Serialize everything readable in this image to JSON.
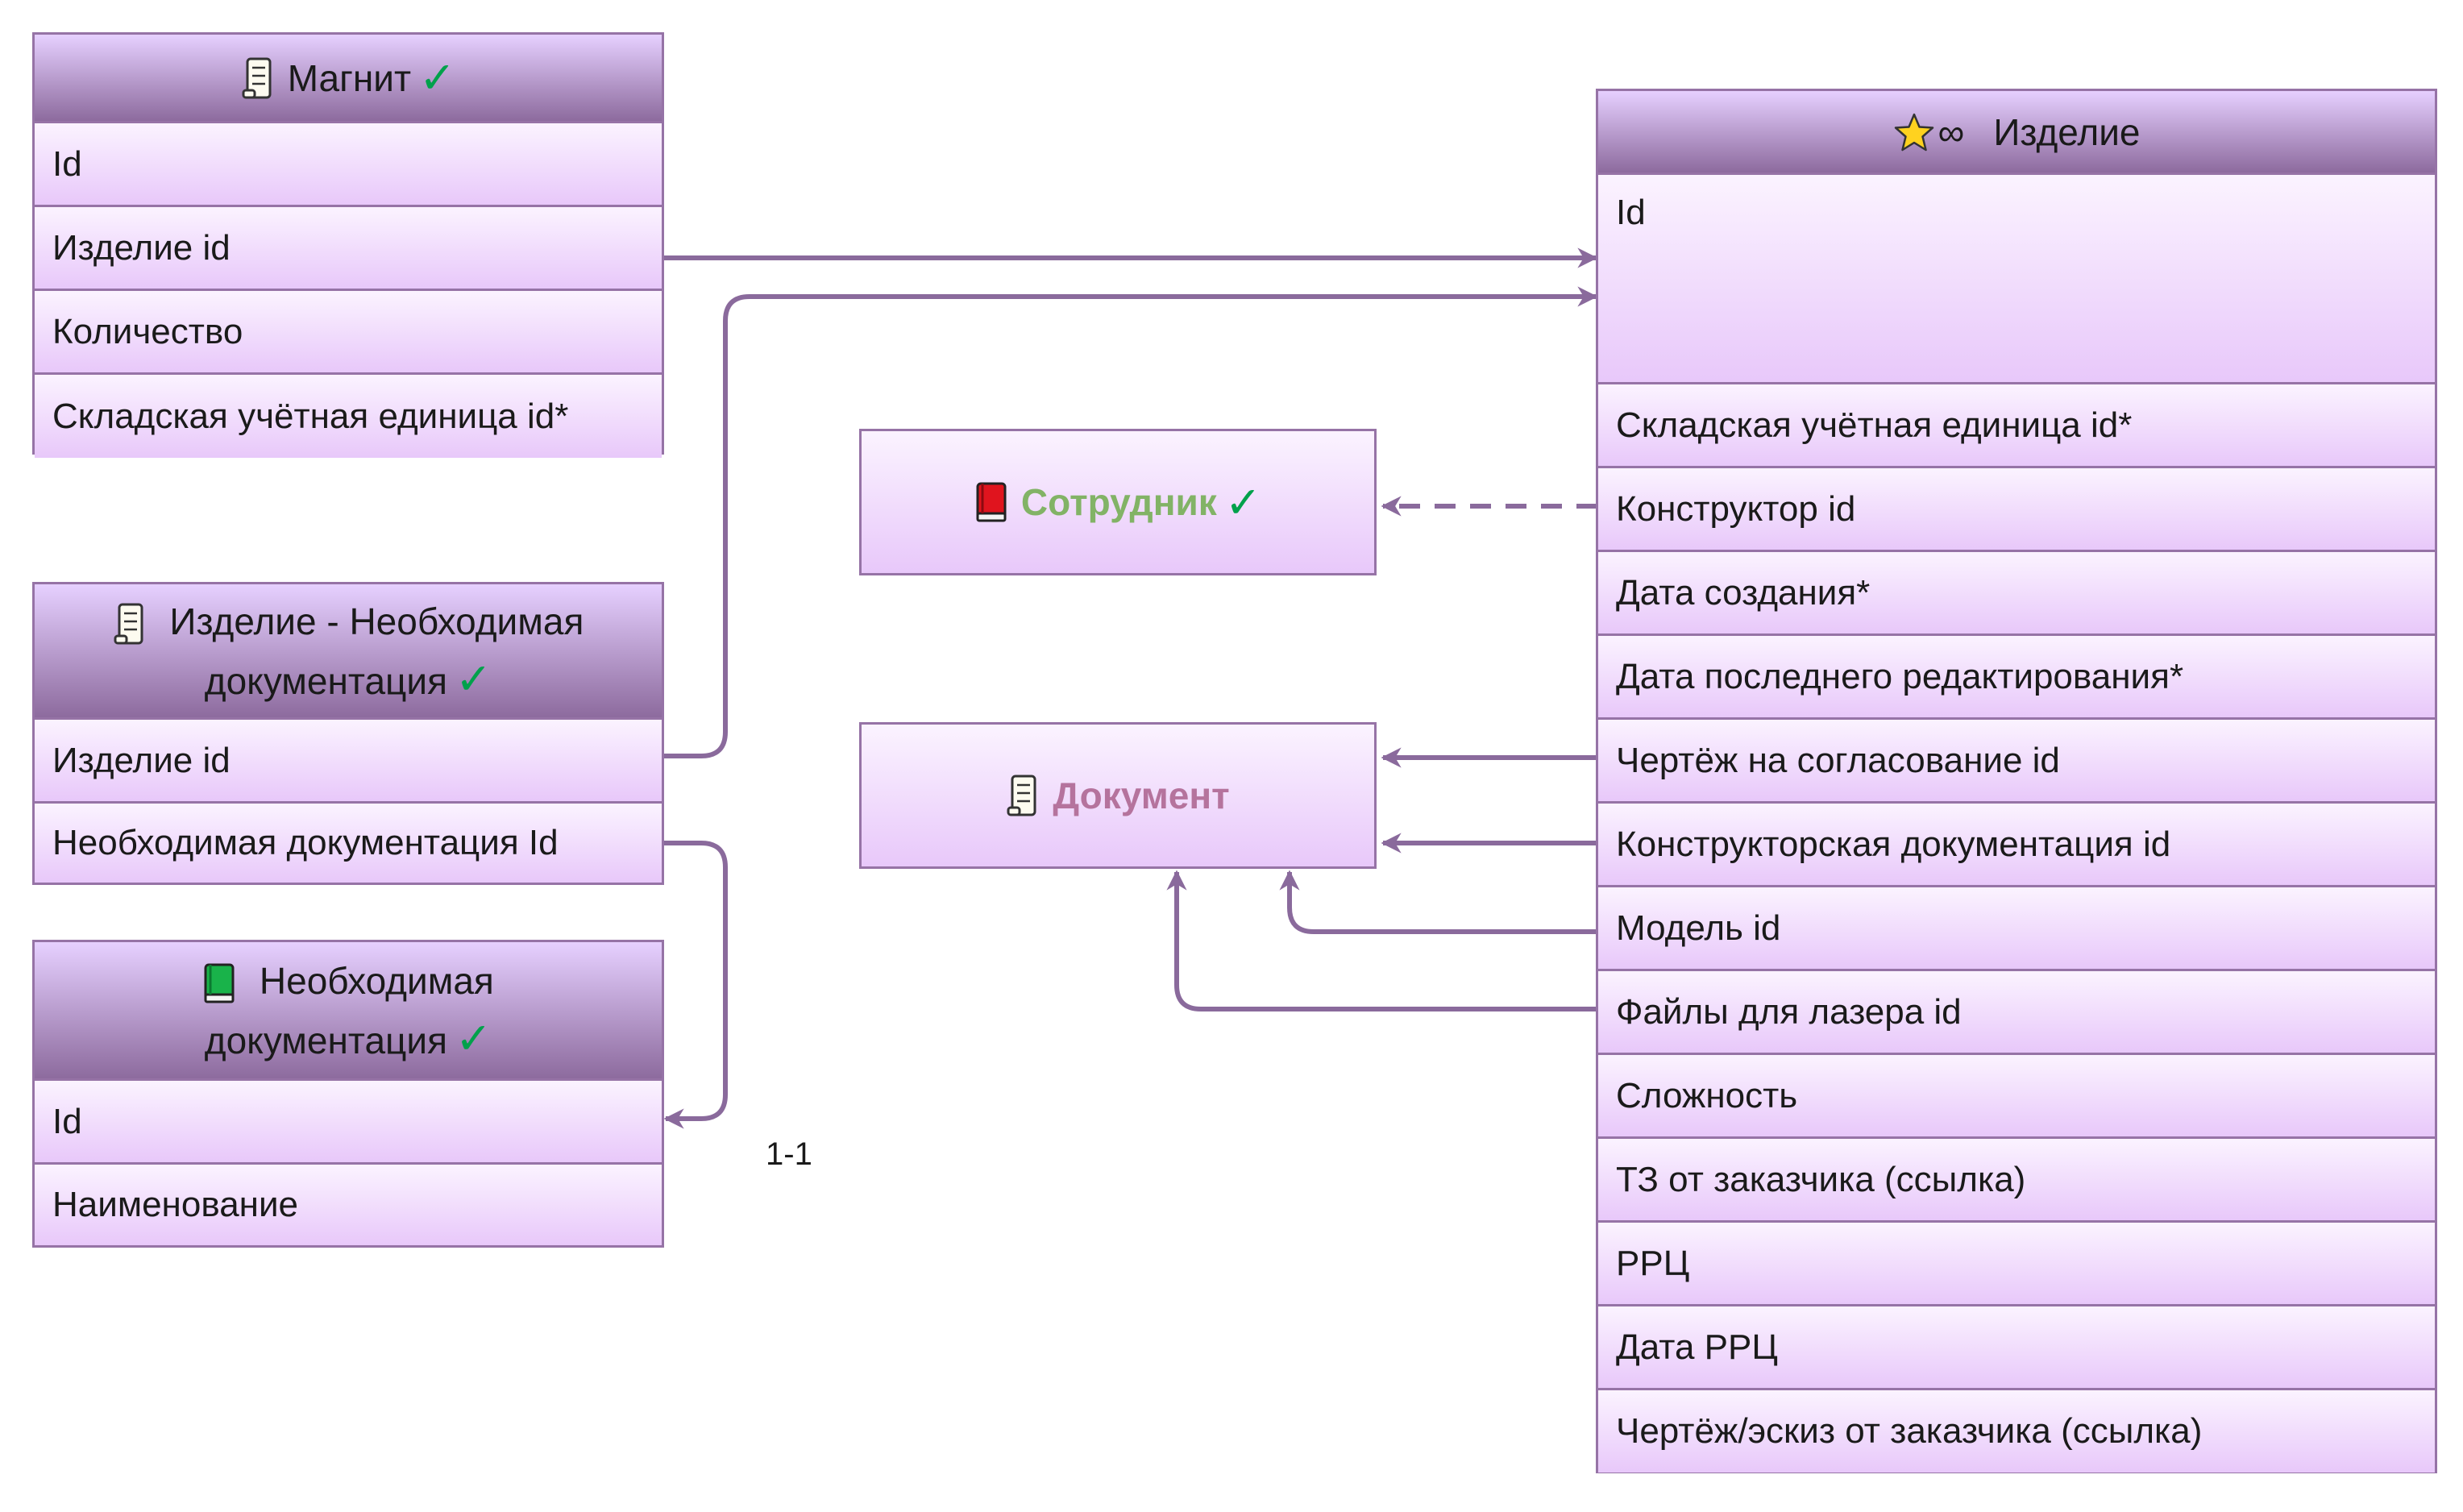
{
  "entities": {
    "magnit": {
      "title": "Магнит",
      "check": "✓",
      "fields": [
        "Id",
        "Изделие id",
        "Количество",
        "Складская учётная единица id*"
      ]
    },
    "izdelie_doc": {
      "title_line1": "Изделие - Необходимая",
      "title_line2": "документация",
      "check": "✓",
      "fields": [
        "Изделие id",
        "Необходимая документация Id"
      ]
    },
    "neobh_doc": {
      "title_line1": "Необходимая",
      "title_line2": "документация",
      "check": "✓",
      "fields": [
        "Id",
        "Наименование"
      ]
    },
    "izdelie": {
      "title": "Изделие",
      "infinity": "∞",
      "fields": [
        "Id",
        "Складская учётная единица id*",
        "Конструктор id",
        "Дата создания*",
        "Дата последнего редактирования*",
        "Чертёж на согласование id",
        "Конструкторская документация id",
        "Модель id",
        "Файлы для лазера id",
        "Сложность",
        "ТЗ от заказчика (ссылка)",
        "РРЦ",
        "Дата РРЦ",
        "Чертёж/эскиз от заказчика (ссылка)"
      ]
    },
    "sotrudnik": {
      "title": "Сотрудник",
      "check": "✓",
      "color": "#82b366"
    },
    "dokument": {
      "title": "Документ",
      "color": "#b5739d"
    }
  },
  "relation_label": "1-1",
  "icons": {
    "scroll": "scroll-icon",
    "red_book": "red-book-icon",
    "green_book": "green-book-icon",
    "star": "star-icon"
  },
  "colors": {
    "border": "#9673a6",
    "check": "#00a14b",
    "link": "#8a6a9c"
  }
}
